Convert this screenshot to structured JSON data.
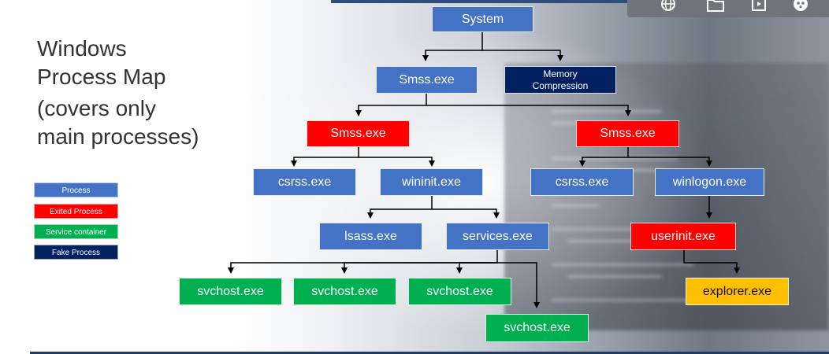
{
  "title": {
    "line1": "Windows",
    "line2": "Process Map",
    "line3": "(covers only",
    "line4": "main processes)"
  },
  "legend": {
    "process": "Process",
    "exited": "Exited Process",
    "service": "Service container",
    "fake": "Fake Process"
  },
  "colors": {
    "process": "#4472c4",
    "exited": "#ff0000",
    "service": "#00b050",
    "fake": "#002060",
    "explorer": "#ffc000"
  },
  "nodes": {
    "system": "System",
    "smss_root": "Smss.exe",
    "memory_compression": "Memory Compression",
    "smss_session0": "Smss.exe",
    "smss_session1": "Smss.exe",
    "csrss_0": "csrss.exe",
    "wininit": "wininit.exe",
    "csrss_1": "csrss.exe",
    "winlogon": "winlogon.exe",
    "lsass": "lsass.exe",
    "services": "services.exe",
    "userinit": "userinit.exe",
    "svchost_1": "svchost.exe",
    "svchost_2": "svchost.exe",
    "svchost_3": "svchost.exe",
    "svchost_4": "svchost.exe",
    "explorer": "explorer.exe"
  },
  "toolbar": {
    "icons": [
      "globe-icon",
      "folder-icon",
      "play-icon",
      "avatar-icon"
    ]
  }
}
